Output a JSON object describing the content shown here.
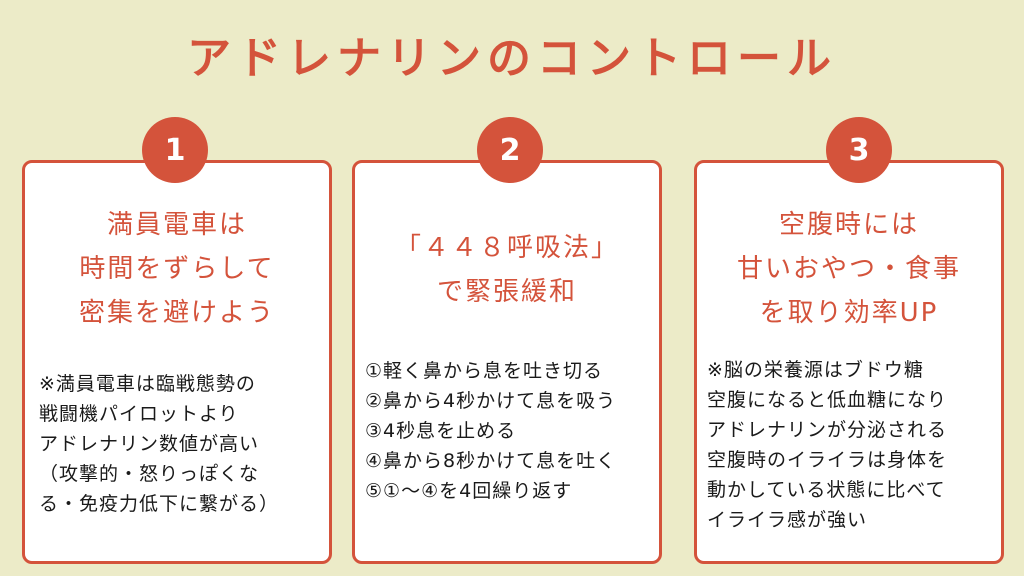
{
  "title": "アドレナリンのコントロール",
  "cards": [
    {
      "number": "1",
      "heading": [
        "満員電車は",
        "時間をずらして",
        "密集を避けよう"
      ],
      "body": [
        "※満員電車は臨戦態勢の",
        "戦闘機パイロットより",
        "アドレナリン数値が高い",
        "（攻撃的・怒りっぽくな",
        "る・免疫力低下に繋がる）"
      ]
    },
    {
      "number": "2",
      "heading": [
        "「４４８呼吸法」",
        "で緊張緩和"
      ],
      "body": [
        "①軽く鼻から息を吐き切る",
        "②鼻から4秒かけて息を吸う",
        "③4秒息を止める",
        "④鼻から8秒かけて息を吐く",
        "⑤①～④を4回繰り返す"
      ]
    },
    {
      "number": "3",
      "heading": [
        "空腹時には",
        "甘いおやつ・食事",
        "を取り効率UP"
      ],
      "body": [
        "※脳の栄養源はブドウ糖",
        "空腹になると低血糖になり",
        "アドレナリンが分泌される",
        "空腹時のイライラは身体を",
        "動かしている状態に比べて",
        "イライラ感が強い"
      ]
    }
  ],
  "colors": {
    "accent": "#d4533b",
    "background": "#ecebc8",
    "card": "#ffffff"
  }
}
